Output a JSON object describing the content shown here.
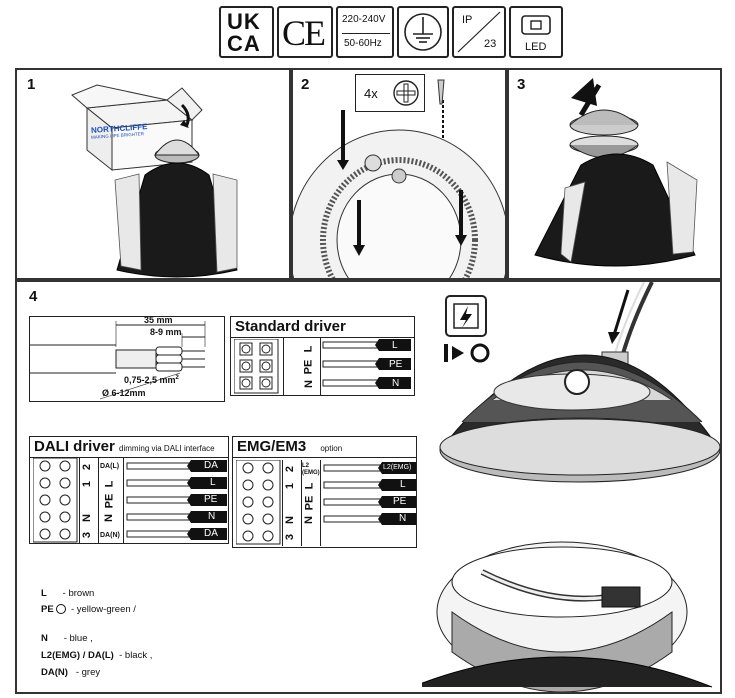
{
  "certs": {
    "ukca_top": "UK",
    "ukca_bottom": "CA",
    "ce": "CE",
    "voltage": "220-240V",
    "frequency": "50-60Hz",
    "ip_label": "IP",
    "ip_rating": "23",
    "led_label": "LED"
  },
  "steps": {
    "step1": "1",
    "step2": "2",
    "step3": "3",
    "step4": "4"
  },
  "step1": {
    "brand": "NORTHCLIFFE",
    "tagline": "MAKING LIFE BRIGHTER"
  },
  "step2": {
    "screws": "4x"
  },
  "cable": {
    "strip_length": "35 mm",
    "wire_strip": "8-9 mm",
    "cross_section": "0,75-2,5 mm",
    "cross_section_sup": "2",
    "diameter": "Ø  6-12mm"
  },
  "standard_driver": {
    "title": "Standard driver",
    "pins": [
      "L",
      "PE",
      "N"
    ],
    "wires": [
      "L",
      "PE",
      "N"
    ]
  },
  "dali_driver": {
    "title": "DALI driver",
    "subtitle": "dimming via DALI interface",
    "numbers": [
      "2",
      "1",
      "",
      "N",
      "3"
    ],
    "pins": [
      "DA(L)",
      "L",
      "PE",
      "N",
      "DA(N)"
    ],
    "wires": [
      "DA",
      "L",
      "PE",
      "N",
      "DA"
    ]
  },
  "emg_driver": {
    "title": "EMG/EM3",
    "option": "option",
    "numbers": [
      "2",
      "1",
      "",
      "N",
      "3"
    ],
    "pins": [
      "L2 (EMG)",
      "L",
      "PE",
      "N",
      ""
    ],
    "wires": [
      "L2(EMG)",
      "L",
      "PE",
      "N"
    ]
  },
  "legend": [
    {
      "key": "L",
      "value": "- brown"
    },
    {
      "key": "PE",
      "value": "- yellow-green /"
    },
    {
      "key": "N",
      "value": "- blue ,"
    },
    {
      "key": "L2(EMG) / DA(L)",
      "value": "- black ,"
    },
    {
      "key": "DA(N)",
      "value": "- grey"
    }
  ]
}
